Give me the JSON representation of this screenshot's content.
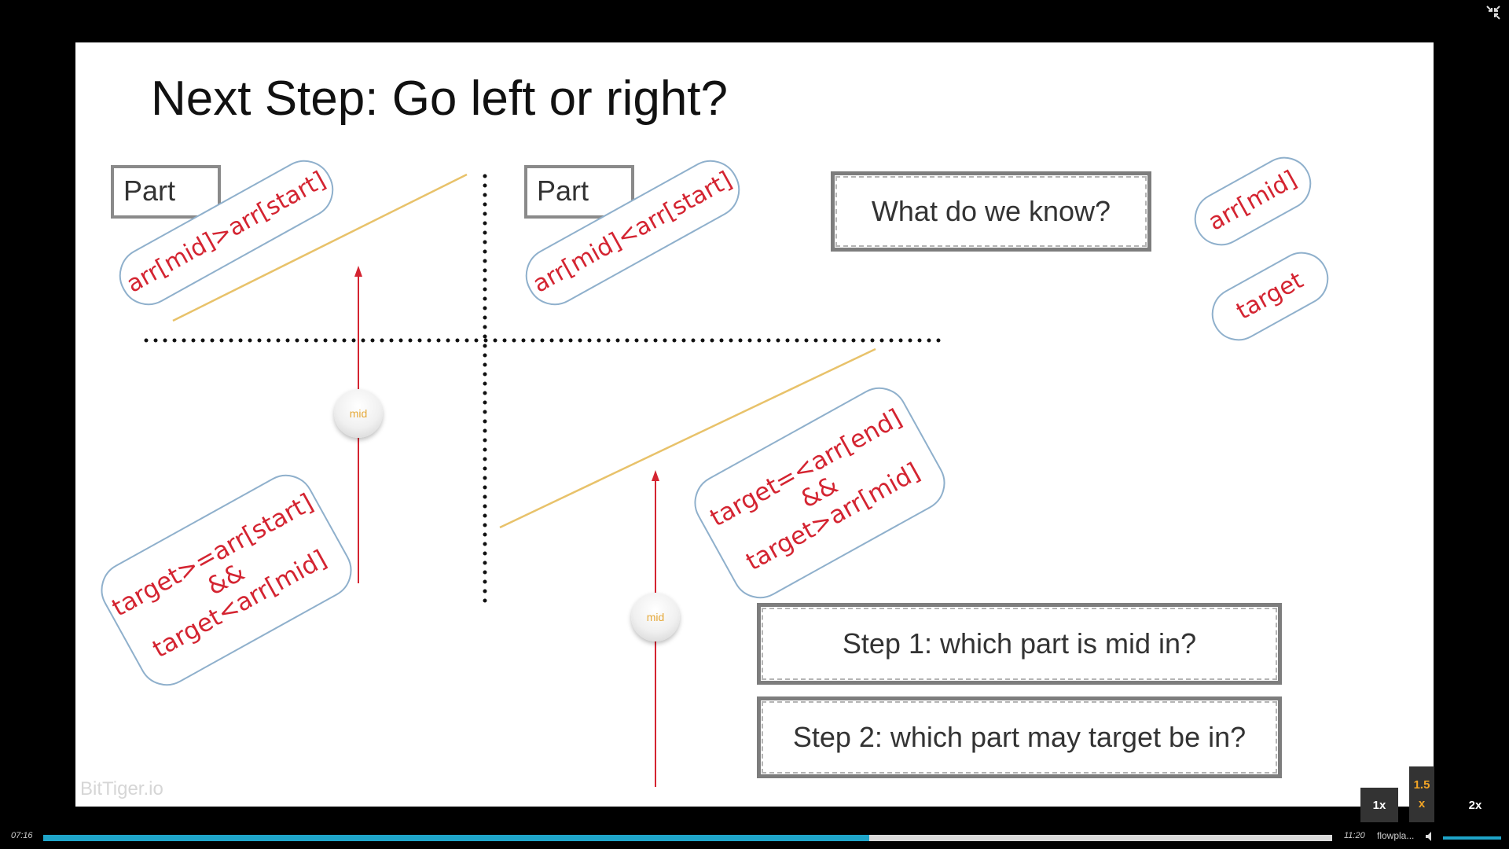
{
  "slide": {
    "title": "Next Step: Go left or right?",
    "part_left_label": "Part",
    "part_right_label": "Part",
    "tag_left_top": "arr[mid]>arr[start]",
    "tag_right_top": "arr[mid]<arr[start]",
    "tag_left_bottom": [
      "target>=arr[start]",
      "&&",
      "target<arr[mid]"
    ],
    "tag_right_bottom": [
      "target=<arr[end]",
      "&&",
      "target>arr[mid]"
    ],
    "tag_arr_mid": "arr[mid]",
    "tag_target": "target",
    "box_know": "What do we know?",
    "box_step1": "Step 1: which part is mid in?",
    "box_step2": "Step 2: which part may target be in?",
    "mid_marker_label": "mid",
    "watermark": "BitTiger.io",
    "colors": {
      "tag_text": "#d42431",
      "tag_border": "#8fb0cc",
      "trend_line": "#e8c26a",
      "arrow": "#d42431",
      "box_border": "#7d7d7d"
    }
  },
  "player": {
    "exit_fullscreen_icon": "exit-fullscreen-icon",
    "speed_options": {
      "one": "1x",
      "one_five_top": "1.5",
      "one_five_bottom": "x",
      "two": "2x"
    },
    "current_time": "07:16",
    "duration": "11:20",
    "progress_fraction": 0.641,
    "brand": "flowpla...",
    "volume_icon": "speaker-icon",
    "volume_fraction": 1.0,
    "colors": {
      "progress": "#1fa5c9",
      "active_speed": "#f2a526"
    }
  }
}
